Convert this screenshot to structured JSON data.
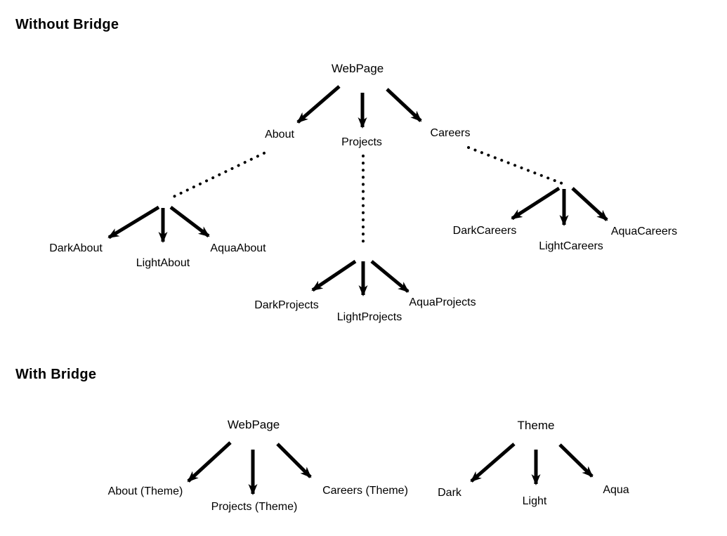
{
  "colors": {
    "ink": "#000000",
    "background": "#ffffff"
  },
  "without_bridge": {
    "heading": "Without Bridge",
    "root": "WebPage",
    "children": [
      "About",
      "Projects",
      "Careers"
    ],
    "about_children": [
      "DarkAbout",
      "LightAbout",
      "AquaAbout"
    ],
    "projects_children": [
      "DarkProjects",
      "LightProjects",
      "AquaProjects"
    ],
    "careers_children": [
      "DarkCareers",
      "LightCareers",
      "AquaCareers"
    ]
  },
  "with_bridge": {
    "heading": "With Bridge",
    "webpage_root": "WebPage",
    "webpage_children": [
      "About (Theme)",
      "Projects (Theme)",
      "Careers (Theme)"
    ],
    "theme_root": "Theme",
    "theme_children": [
      "Dark",
      "Light",
      "Aqua"
    ]
  }
}
